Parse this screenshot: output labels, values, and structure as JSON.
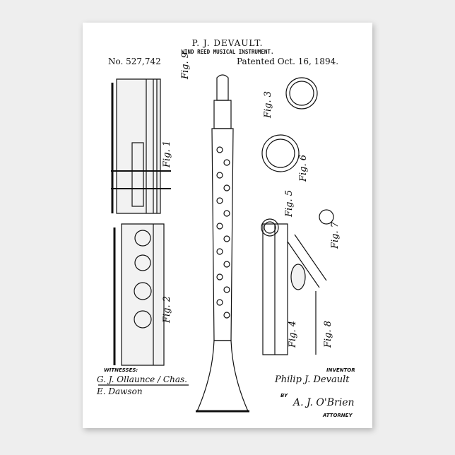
{
  "header": {
    "inventor_name": "P. J. DEVAULT.",
    "title": "WIND REED MUSICAL INSTRUMENT.",
    "patent_number": "No. 527,742",
    "patent_date": "Patented Oct. 16, 1894."
  },
  "figures": [
    "Fig. 1",
    "Fig. 2",
    "Fig. 3",
    "Fig. 4",
    "Fig. 5",
    "Fig. 6",
    "Fig. 7",
    "Fig. 8",
    "Fig. 9"
  ],
  "footer": {
    "witnesses_label": "WITNESSES:",
    "inventor_label": "INVENTOR",
    "by_label": "BY",
    "attorney_label": "ATTORNEY",
    "witness_signatures": "G. J. Ollaunce / Chas. E. Dawson",
    "inventor_signature": "Philip J. Devault",
    "attorney_signature": "A. J. O'Brien"
  }
}
